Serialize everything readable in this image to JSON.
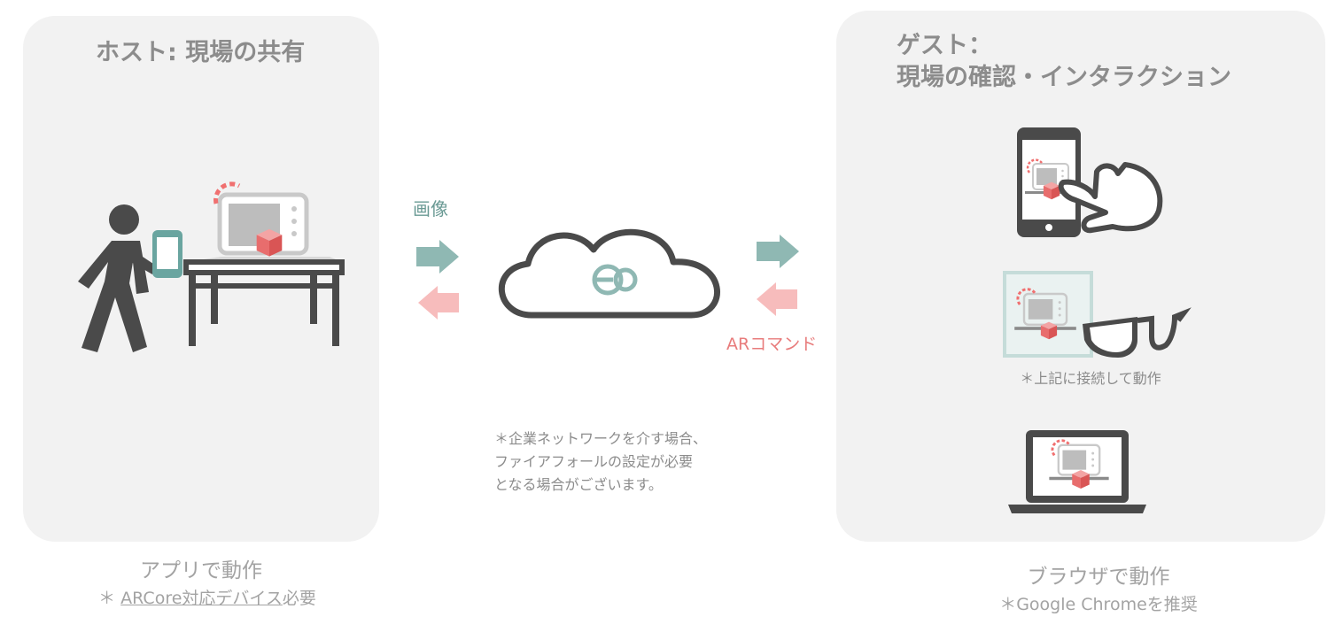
{
  "host": {
    "title": "ホスト: 現場の共有",
    "caption": "アプリで動作",
    "note_prefix": "＊ ",
    "note_link": "ARCore対応デバイス",
    "note_suffix": "必要"
  },
  "guest": {
    "title_line1": "ゲスト：",
    "title_line2": "現場の確認・インタラクション",
    "caption": "ブラウザで動作",
    "note": "＊Google Chromeを推奨",
    "glasses_note": "＊上記に接続して動作"
  },
  "flow": {
    "image_label": "画像",
    "ar_label": "ARコマンド",
    "firewall_note": [
      "＊企業ネットワークを介す場合、",
      "ファイアフォールの設定が必要",
      "となる場合がございます。"
    ]
  },
  "colors": {
    "panel_bg": "#f2f2f2",
    "title_gray": "#8c8c8c",
    "teal": "#8fb8b3",
    "pink": "#f7bcbc",
    "ar_red": "#e87c7c",
    "dark": "#4a4a4a"
  }
}
